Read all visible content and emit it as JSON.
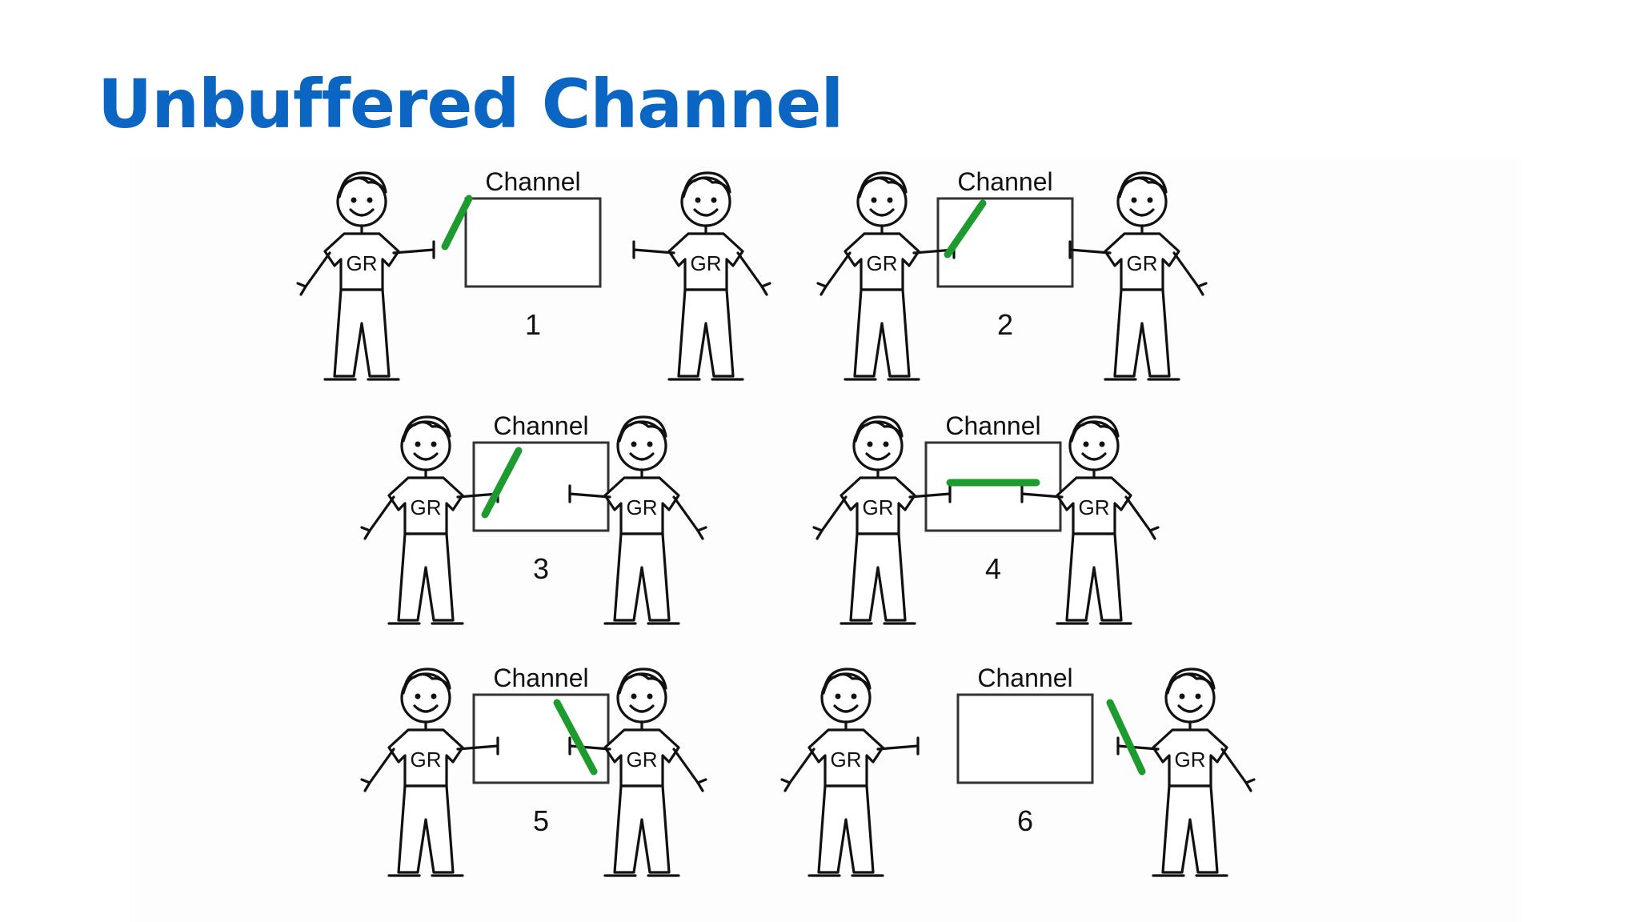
{
  "slide": {
    "title": "Unbuffered Channel",
    "title_color": "#0b66c3"
  },
  "diagram": {
    "shirt_text": "GR",
    "channel_label": "Channel",
    "stroke_color": "#111111",
    "baton_color": "#1e9b2e",
    "panels": [
      {
        "number": "1",
        "baton": "left-holding"
      },
      {
        "number": "2",
        "baton": "left-into-channel"
      },
      {
        "number": "3",
        "baton": "inside-channel"
      },
      {
        "number": "4",
        "baton": "shared-between"
      },
      {
        "number": "5",
        "baton": "right-receiving"
      },
      {
        "number": "6",
        "baton": "right-holding"
      }
    ]
  }
}
